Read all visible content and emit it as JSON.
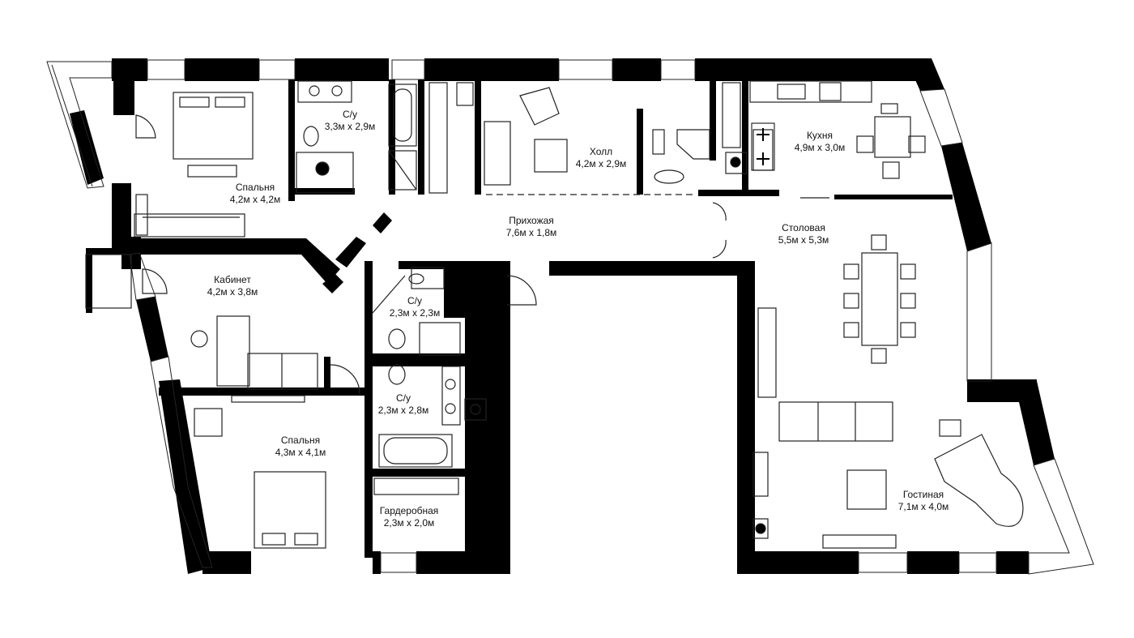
{
  "plan": {
    "rooms": [
      {
        "id": "bedroom-1",
        "name": "Спальня",
        "dims": "4,2м х 4,2м"
      },
      {
        "id": "bathroom-1",
        "name": "С/у",
        "dims": "3,3м х 2,9м"
      },
      {
        "id": "hall",
        "name": "Холл",
        "dims": "4,2м х 2,9м"
      },
      {
        "id": "kitchen",
        "name": "Кухня",
        "dims": "4,9м х 3,0м"
      },
      {
        "id": "entrance",
        "name": "Прихожая",
        "dims": "7,6м х 1,8м"
      },
      {
        "id": "dining",
        "name": "Столовая",
        "dims": "5,5м х 5,3м"
      },
      {
        "id": "study",
        "name": "Кабинет",
        "dims": "4,2м х 3,8м"
      },
      {
        "id": "bathroom-2",
        "name": "С/у",
        "dims": "2,3м х 2,3м"
      },
      {
        "id": "bathroom-3",
        "name": "С/у",
        "dims": "2,3м х 2,8м"
      },
      {
        "id": "bedroom-2",
        "name": "Спальня",
        "dims": "4,3м х 4,1м"
      },
      {
        "id": "wardrobe",
        "name": "Гардеробная",
        "dims": "2,3м х 2,0м"
      },
      {
        "id": "living",
        "name": "Гостиная",
        "dims": "7,1м х 4,0м"
      }
    ],
    "colors": {
      "wall": "#000000",
      "line": "#222222",
      "background": "#ffffff"
    }
  }
}
